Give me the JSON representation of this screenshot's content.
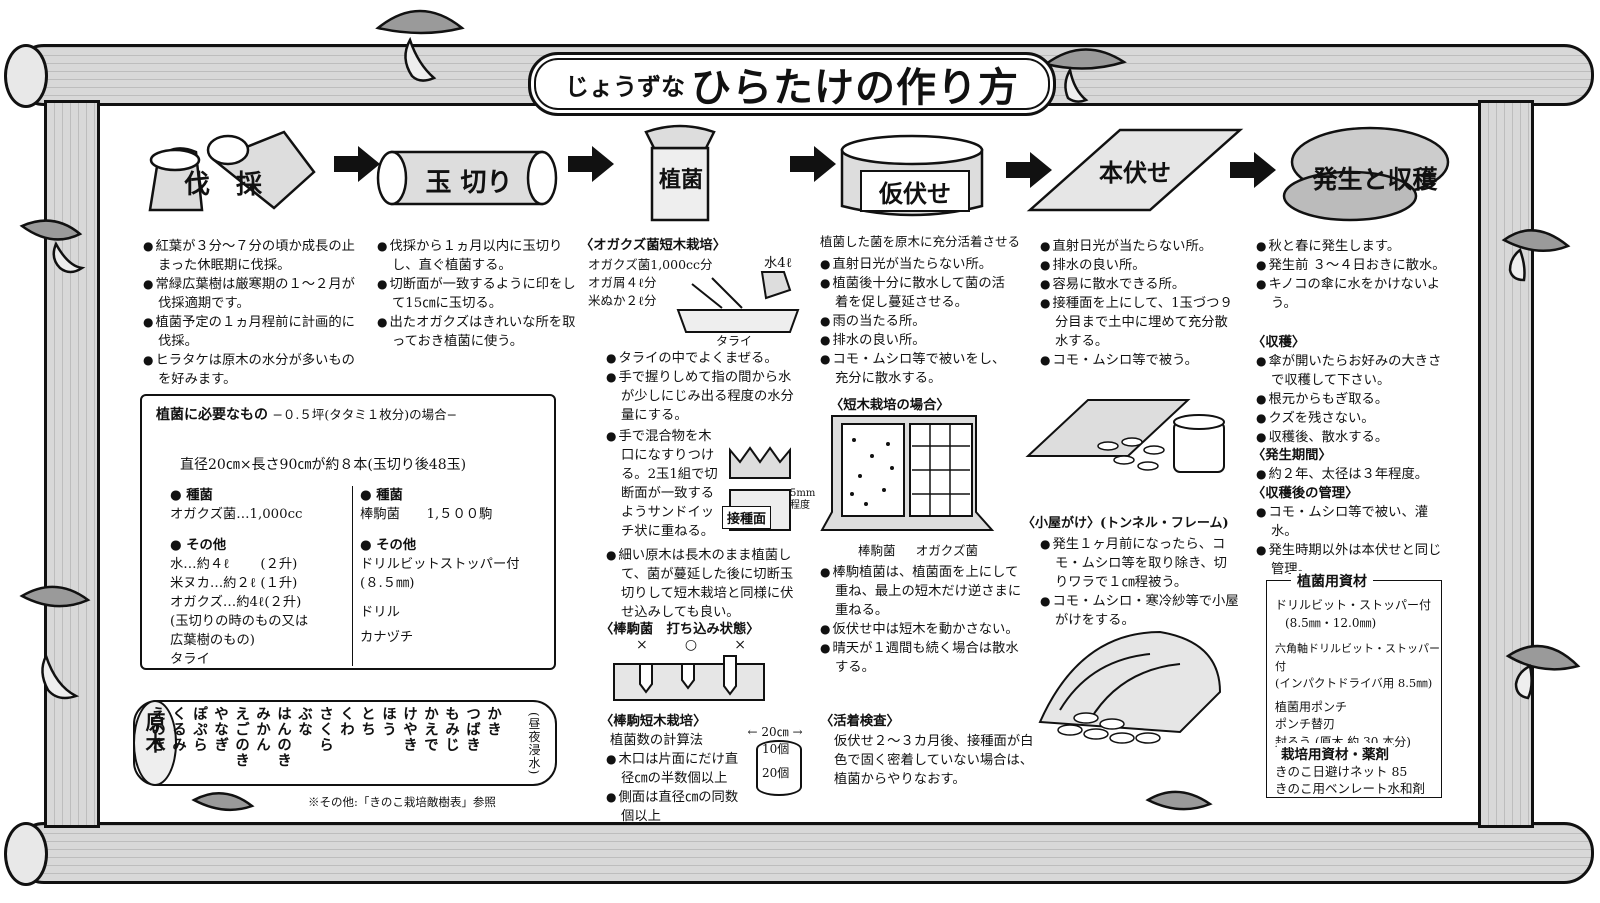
{
  "title": {
    "prefix": "じょうずな",
    "main": "ひらたけの作り方"
  },
  "steps": [
    {
      "label": "伐　採"
    },
    {
      "label": "玉 切り"
    },
    {
      "label": "植菌"
    },
    {
      "label": "仮伏せ"
    },
    {
      "label": "本伏せ"
    },
    {
      "label": "発生と収穫"
    }
  ],
  "felling": {
    "bullets": [
      "紅葉が３分〜７分の頃か成長の止まった休眠期に伐採。",
      "常緑広葉樹は厳寒期の１〜２月が伐採適期です。",
      "植菌予定の１ヵ月程前に計画的に伐採。",
      "ヒラタケは原木の水分が多いものを好みます。"
    ]
  },
  "cutting": {
    "bullets": [
      "伐採から１ヵ月以内に玉切りし、直ぐ植菌する。",
      "切断面が一致するように印をして15㎝に玉切る。",
      "出たオガクズはきれいな所を取っておき植菌に使う。"
    ]
  },
  "needs": {
    "heading": "植菌に必要なもの",
    "heading_note": "−０.５坪(タタミ１枚分)の場合−",
    "size_line": "直径20㎝×長さ90㎝が約８本(玉切り後48玉)",
    "left": [
      {
        "head": "種菌",
        "lines": [
          "オガクズ菌…1,000cc"
        ]
      },
      {
        "head": "その他",
        "lines": [
          "水…約４ℓ　　 (２升)",
          "米ヌカ…約２ℓ (１升)",
          "オガクズ…約4ℓ(２升)",
          "(玉切りの時のもの又は",
          "広葉樹のもの)",
          "タライ"
        ]
      }
    ],
    "right": [
      {
        "head": "種菌",
        "lines": [
          "棒駒菌　　1,５００駒"
        ]
      },
      {
        "head": "その他",
        "lines": [
          "ドリルビットストッパー付",
          "(８.５㎜)",
          "ドリル",
          "カナヅチ"
        ]
      }
    ]
  },
  "genboku": {
    "label": "原木",
    "columns": [
      "えのき",
      "くるみ",
      "ぽぷら",
      "やなぎ",
      "えごのき",
      "みかん",
      "はんのき",
      "ぶな",
      "さくら",
      "くわ",
      "とち",
      "ほう",
      "けやき",
      "かえで",
      "もみじ",
      "つばき",
      "かき"
    ],
    "note": "(昼夜浸水)",
    "footnote": "※その他:「きのこ栽培敵樹表」参照"
  },
  "inoculation": {
    "sawdust_title": "〈オガクズ菌短木栽培〉",
    "recipe": [
      "オガクズ菌1,000cc分",
      "オガ屑４ℓ分",
      "米ぬか２ℓ分"
    ],
    "water_label": "水4ℓ",
    "tub_label": "タライ",
    "bullets_a": [
      "タライの中でよくまぜる。",
      "手で握りしめて指の間から水が少しにじみ出る程度の水分量にする。",
      "手で混合物を木口になすりつける。2玉1組で切断面が一致するようサンドイッチ状に重ねる。",
      "細い原木は長木のまま植菌して、菌が蔓延した後に切断玉切りして短木栽培と同様に伏せ込みしても良い。"
    ],
    "surface_label": "接種面",
    "thickness_label": "5mm程度",
    "plug_title": "〈棒駒菌　打ち込み状態〉",
    "plug_marks": [
      "×",
      "○",
      "×"
    ],
    "plug_short_title": "〈棒駒短木栽培〉",
    "calc_title": "植菌数の計算法",
    "calc_bullets": [
      "木口は片面にだけ直径㎝の半数個以上",
      "側面は直径㎝の同数個以上"
    ],
    "dim_label": "20㎝",
    "count_top": "10個",
    "count_side": "20個"
  },
  "temp_cover": {
    "intro": "植菌した菌を原木に充分活着させる",
    "bullets": [
      "直射日光が当たらない所。",
      "植菌後十分に散水して菌の活着を促し蔓延させる。",
      "雨の当たる所。",
      "排水の良い所。",
      "コモ・ムシロ等で被いをし、充分に散水する。"
    ],
    "short_title": "〈短木栽培の場合〉",
    "labels": [
      "棒駒菌",
      "オガクズ菌"
    ],
    "bullets_b": [
      "棒駒植菌は、植菌面を上にして重ね、最上の短木だけ逆さまに重ねる。",
      "仮伏せ中は短木を動かさない。",
      "晴天が１週間も続く場合は散水する。"
    ],
    "check_title": "〈活着検査〉",
    "check_text": "仮伏せ２〜３カ月後、接種面が白色で固く密着していない場合は、植菌からやりなおす。"
  },
  "main_cover": {
    "bullets": [
      "直射日光が当たらない所。",
      "排水の良い所。",
      "容易に散水できる所。",
      "接種面を上にして、1玉づつ９分目まで土中に埋めて充分散水する。",
      "コモ・ムシロ等で被う。"
    ],
    "hut_title": "〈小屋がけ〉(トンネル・フレーム)",
    "hut_bullets": [
      "発生１ヶ月前になったら、コモ・ムシロ等を取り除き、切りワラで１㎝程被う。",
      "コモ・ムシロ・寒冷紗等で小屋がけをする。"
    ]
  },
  "harvest": {
    "bullets": [
      "秋と春に発生します。",
      "発生前 ３〜４日おきに散水。",
      "キノコの傘に水をかけないよう。"
    ],
    "harvest_title": "〈収穫〉",
    "harvest_bullets": [
      "傘が開いたらお好みの大きさで収穫して下さい。",
      "根元からもぎ取る。",
      "クズを残さない。",
      "収穫後、散水する。"
    ],
    "period_title": "〈発生期間〉",
    "period_bullets": [
      "約２年、太径は３年程度。"
    ],
    "after_title": "〈収穫後の管理〉",
    "after_bullets": [
      "コモ・ムシロ等で被い、灌水。",
      "発生時期以外は本伏せと同じ管理。"
    ],
    "materials_title": "植菌用資材",
    "materials": [
      "ドリルビット・ストッパー付",
      "(8.5㎜・12.0㎜)",
      "六角軸ドリルビット・ストッパー付",
      "(インパクトドライバ用 8.5㎜)",
      "植菌用ポンチ",
      "ポンチ替刃",
      "封ろう (原木 約 30 本分)"
    ],
    "cultivation_title": "栽培用資材・薬剤",
    "cultivation": [
      "きのこ日避けネット 85",
      "きのこ用ベンレート水和剤"
    ]
  }
}
